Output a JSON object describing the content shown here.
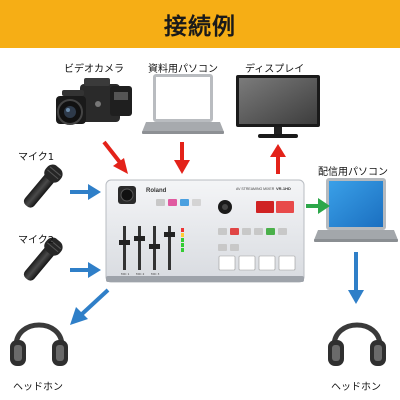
{
  "header": {
    "title": "接続例"
  },
  "devices": {
    "video_camera": "ビデオカメラ",
    "material_pc": "資料用パソコン",
    "display": "ディスプレイ",
    "mic1": "マイク1",
    "mic2": "マイク2",
    "streaming_pc": "配信用パソコン",
    "headphone_left": "ヘッドホン",
    "headphone_right": "ヘッドホン"
  },
  "switcher": {
    "brand": "Roland",
    "model_text": "AV STREAMING MIXER",
    "model_code": "VR-1HD",
    "mic_channel_labels": [
      "MIC 1",
      "MIC 2",
      "MIC 3"
    ]
  },
  "colors": {
    "header_bg": "#F6AE15",
    "arrow_input": "#E32219",
    "arrow_output_pc": "#2DA74A",
    "arrow_blue": "#2F7FC8"
  }
}
